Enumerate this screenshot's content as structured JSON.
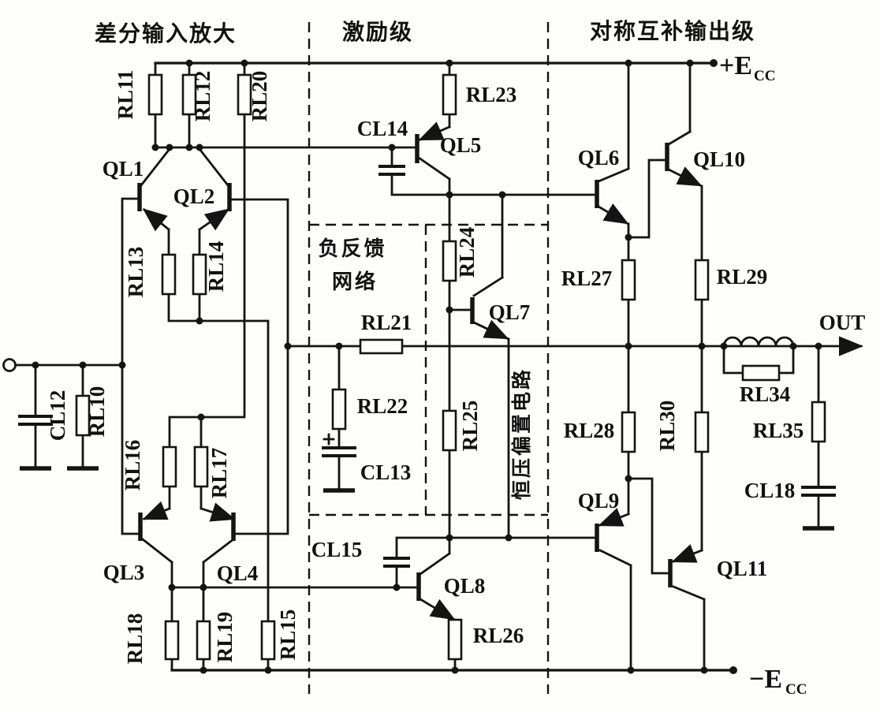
{
  "figure": {
    "type": "circuit-schematic",
    "stages": {
      "input": "差分输入放大",
      "driver": "激励级",
      "output": "对称互补输出级"
    },
    "blocks": {
      "feedback_line1": "负反馈",
      "feedback_line2": "网络",
      "bias": "恒压偏置电路"
    },
    "rails": {
      "positive_main": "+E",
      "positive_sub": "CC",
      "negative_main": "−E",
      "negative_sub": "CC"
    },
    "terminals": {
      "output": "OUT"
    },
    "transistors": {
      "ql1": "QL1",
      "ql2": "QL2",
      "ql3": "QL3",
      "ql4": "QL4",
      "ql5": "QL5",
      "ql6": "QL6",
      "ql7": "QL7",
      "ql8": "QL8",
      "ql9": "QL9",
      "ql10": "QL10",
      "ql11": "QL11"
    },
    "resistors": {
      "rl10": "RL10",
      "rl11": "RL11",
      "rl12": "RL12",
      "rl13": "RL13",
      "rl14": "RL14",
      "rl15": "RL15",
      "rl16": "RL16",
      "rl17": "RL17",
      "rl18": "RL18",
      "rl19": "RL19",
      "rl20": "RL20",
      "rl21": "RL21",
      "rl22": "RL22",
      "rl23": "RL23",
      "rl24": "RL24",
      "rl25": "RL25",
      "rl26": "RL26",
      "rl27": "RL27",
      "rl28": "RL28",
      "rl29": "RL29",
      "rl30": "RL30",
      "rl34": "RL34",
      "rl35": "RL35"
    },
    "capacitors": {
      "cl12": "CL12",
      "cl13": "CL13",
      "cl14": "CL14",
      "cl15": "CL15",
      "cl18": "CL18"
    }
  }
}
